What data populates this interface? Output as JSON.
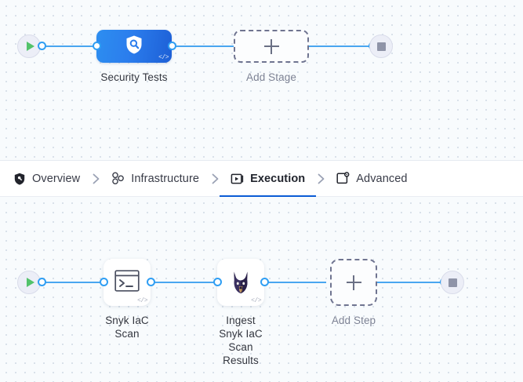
{
  "colors": {
    "canvas_bg": "#f8fbfd",
    "grid_dot": "#d3dce6",
    "edge_blue": "#4aa6f0",
    "port_blue": "#2f9ef3",
    "active_tab_underline": "#0b5cd5",
    "stage_gradient_from": "#2d8ef0",
    "stage_gradient_to": "#1d5fd6",
    "play_green": "#52c26a",
    "stop_gray": "#8f94a8",
    "dashed_border": "#6f7490",
    "label_dark": "#33363f",
    "label_muted": "#7d8294",
    "snyk_navy": "#2b2449"
  },
  "tabs": [
    {
      "id": "overview",
      "label": "Overview",
      "icon": "shield-icon",
      "active": false
    },
    {
      "id": "infrastructure",
      "label": "Infrastructure",
      "icon": "nodes-icon",
      "active": false
    },
    {
      "id": "execution",
      "label": "Execution",
      "icon": "play-box-icon",
      "active": true
    },
    {
      "id": "advanced",
      "label": "Advanced",
      "icon": "settings-box-icon",
      "active": false
    }
  ],
  "separator_icon": "chevron-right-icon",
  "stage_graph": {
    "start_icon": "play-icon",
    "end_icon": "stop-icon",
    "stage": {
      "label": "Security Tests",
      "icon": "shield-search-icon",
      "badge": "</>"
    },
    "add_stage": {
      "label": "Add Stage",
      "icon": "plus-icon"
    }
  },
  "step_graph": {
    "start_icon": "play-icon",
    "end_icon": "stop-icon",
    "steps": [
      {
        "label": "Snyk IaC Scan",
        "icon": "terminal-icon",
        "badge": "</>"
      },
      {
        "label": "Ingest Snyk IaC\nScan Results",
        "icon": "snyk-dog-icon",
        "badge": "</>"
      }
    ],
    "add_step": {
      "label": "Add Step",
      "icon": "plus-icon"
    }
  }
}
